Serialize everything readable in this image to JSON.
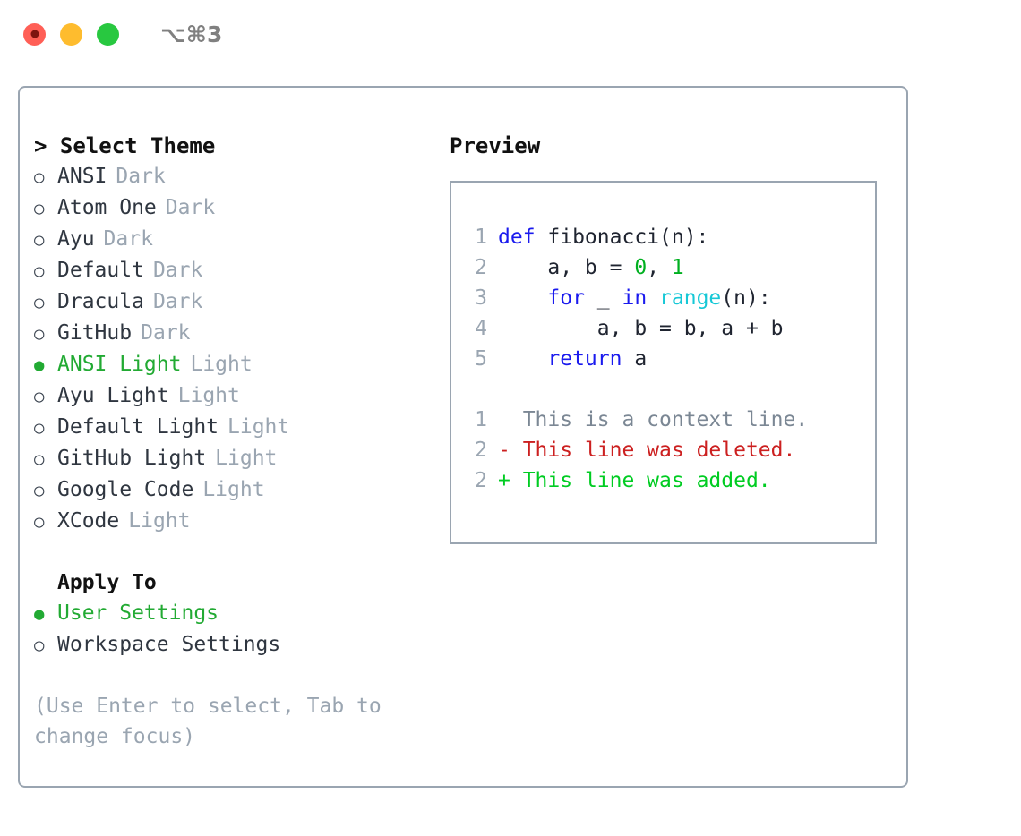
{
  "titlebar": {
    "shortcut": "⌥⌘3",
    "lights": [
      {
        "name": "close",
        "color": "#ff5f56"
      },
      {
        "name": "minimize",
        "color": "#febc2e"
      },
      {
        "name": "maximize",
        "color": "#28c840"
      }
    ]
  },
  "theme_picker": {
    "header_caret": ">",
    "header": "Select Theme",
    "marker_selected": "●",
    "marker_unselected": "○",
    "items": [
      {
        "name": "ANSI",
        "badge": "Dark",
        "selected": false
      },
      {
        "name": "Atom One",
        "badge": "Dark",
        "selected": false
      },
      {
        "name": "Ayu",
        "badge": "Dark",
        "selected": false
      },
      {
        "name": "Default",
        "badge": "Dark",
        "selected": false
      },
      {
        "name": "Dracula",
        "badge": "Dark",
        "selected": false
      },
      {
        "name": "GitHub",
        "badge": "Dark",
        "selected": false
      },
      {
        "name": "ANSI Light",
        "badge": "Light",
        "selected": true
      },
      {
        "name": "Ayu Light",
        "badge": "Light",
        "selected": false
      },
      {
        "name": "Default Light",
        "badge": "Light",
        "selected": false
      },
      {
        "name": "GitHub Light",
        "badge": "Light",
        "selected": false
      },
      {
        "name": "Google Code",
        "badge": "Light",
        "selected": false
      },
      {
        "name": "XCode",
        "badge": "Light",
        "selected": false
      }
    ]
  },
  "apply_to": {
    "header": "Apply To",
    "items": [
      {
        "name": "User Settings",
        "selected": true
      },
      {
        "name": "Workspace Settings",
        "selected": false
      }
    ]
  },
  "hint": "(Use Enter to select, Tab to change focus)",
  "preview": {
    "title": "Preview",
    "code": [
      {
        "lineno": "1",
        "tokens": [
          {
            "t": "def ",
            "c": "kw"
          },
          {
            "t": "fibonacci(n):",
            "c": "fn"
          }
        ]
      },
      {
        "lineno": "2",
        "tokens": [
          {
            "t": "    a, b = ",
            "c": "plain"
          },
          {
            "t": "0",
            "c": "num"
          },
          {
            "t": ", ",
            "c": "plain"
          },
          {
            "t": "1",
            "c": "num"
          }
        ]
      },
      {
        "lineno": "3",
        "tokens": [
          {
            "t": "    ",
            "c": "plain"
          },
          {
            "t": "for",
            "c": "kw"
          },
          {
            "t": " _ ",
            "c": "plain"
          },
          {
            "t": "in",
            "c": "kw"
          },
          {
            "t": " ",
            "c": "plain"
          },
          {
            "t": "range",
            "c": "call"
          },
          {
            "t": "(n):",
            "c": "plain"
          }
        ]
      },
      {
        "lineno": "4",
        "tokens": [
          {
            "t": "        a, b = b, a + b",
            "c": "plain"
          }
        ]
      },
      {
        "lineno": "5",
        "tokens": [
          {
            "t": "    ",
            "c": "plain"
          },
          {
            "t": "return",
            "c": "kw"
          },
          {
            "t": " a",
            "c": "plain"
          }
        ]
      }
    ],
    "diff": [
      {
        "lineno": "1",
        "sign": " ",
        "text": "  This is a context line.",
        "kind": "context"
      },
      {
        "lineno": "2",
        "sign": "-",
        "text": " This line was deleted.",
        "kind": "deleted"
      },
      {
        "lineno": "2",
        "sign": "+",
        "text": " This line was added.",
        "kind": "added"
      }
    ]
  },
  "colors": {
    "accent_green": "#22aa33",
    "muted": "#9aa5b1",
    "text": "#2f3640",
    "keyword": "#1a1aee",
    "number": "#00b020",
    "call": "#16c8d6",
    "diff_deleted": "#cc2020",
    "diff_added": "#00cc22",
    "border": "#9aa5b1"
  }
}
